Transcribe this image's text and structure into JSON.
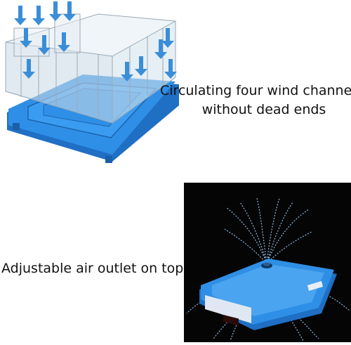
{
  "captions": {
    "channels_line1": "Circulating four wind channels",
    "channels_line2": "without dead ends",
    "outlet": "Adjustable air outlet on top"
  },
  "colors": {
    "tray_blue": "#2f8fe6",
    "tray_blue_dark": "#1f6fc4",
    "arrow_blue": "#3a8ed8",
    "panel_bg": "#000000",
    "display_red": "#ff3b3b"
  },
  "icons": [
    "down-arrow-icon",
    "airflow-lines"
  ]
}
